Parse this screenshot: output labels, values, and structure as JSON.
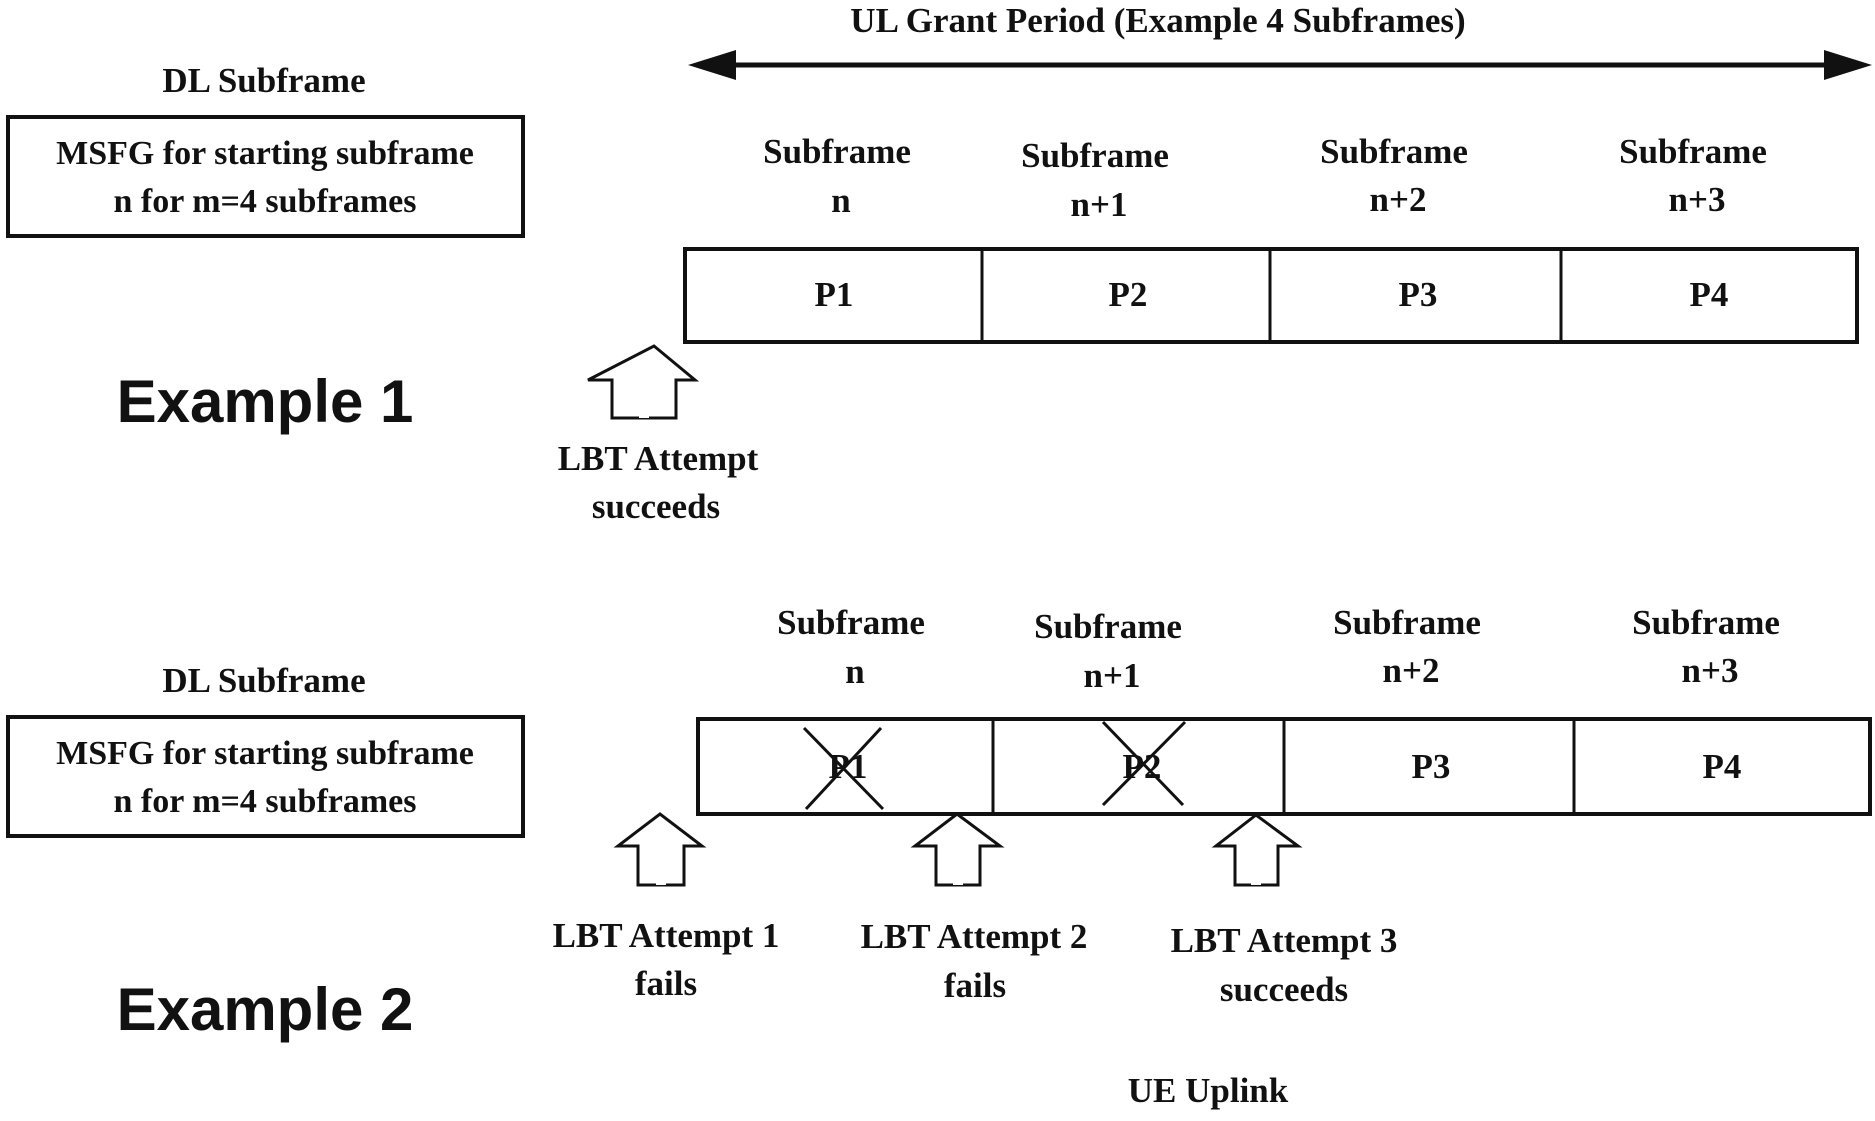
{
  "grant_period": {
    "label": "UL Grant Period (Example 4 Subframes)"
  },
  "example1": {
    "title": "Example 1",
    "dl_subframe_label": "DL Subframe",
    "msfg_box": {
      "line1": "MSFG for starting subframe",
      "line2": "n for m=4 subframes"
    },
    "subframe_headers": [
      {
        "line1": "Subframe",
        "line2": "n"
      },
      {
        "line1": "Subframe",
        "line2": "n+1"
      },
      {
        "line1": "Subframe",
        "line2": "n+2"
      },
      {
        "line1": "Subframe",
        "line2": "n+3"
      }
    ],
    "cells": [
      {
        "label": "P1",
        "crossed": false
      },
      {
        "label": "P2",
        "crossed": false
      },
      {
        "label": "P3",
        "crossed": false
      },
      {
        "label": "P4",
        "crossed": false
      }
    ],
    "lbt_attempts": [
      {
        "line1": "LBT Attempt",
        "line2": "succeeds"
      }
    ]
  },
  "example2": {
    "title": "Example 2",
    "dl_subframe_label": "DL Subframe",
    "msfg_box": {
      "line1": "MSFG for starting subframe",
      "line2": "n for m=4 subframes"
    },
    "subframe_headers": [
      {
        "line1": "Subframe",
        "line2": "n"
      },
      {
        "line1": "Subframe",
        "line2": "n+1"
      },
      {
        "line1": "Subframe",
        "line2": "n+2"
      },
      {
        "line1": "Subframe",
        "line2": "n+3"
      }
    ],
    "cells": [
      {
        "label": "P1",
        "crossed": true
      },
      {
        "label": "P2",
        "crossed": true
      },
      {
        "label": "P3",
        "crossed": false
      },
      {
        "label": "P4",
        "crossed": false
      }
    ],
    "lbt_attempts": [
      {
        "line1": "LBT Attempt 1",
        "line2": "fails"
      },
      {
        "line1": "LBT Attempt 2",
        "line2": "fails"
      },
      {
        "line1": "LBT Attempt 3",
        "line2": "succeeds"
      }
    ],
    "footer_label": "UE Uplink"
  }
}
